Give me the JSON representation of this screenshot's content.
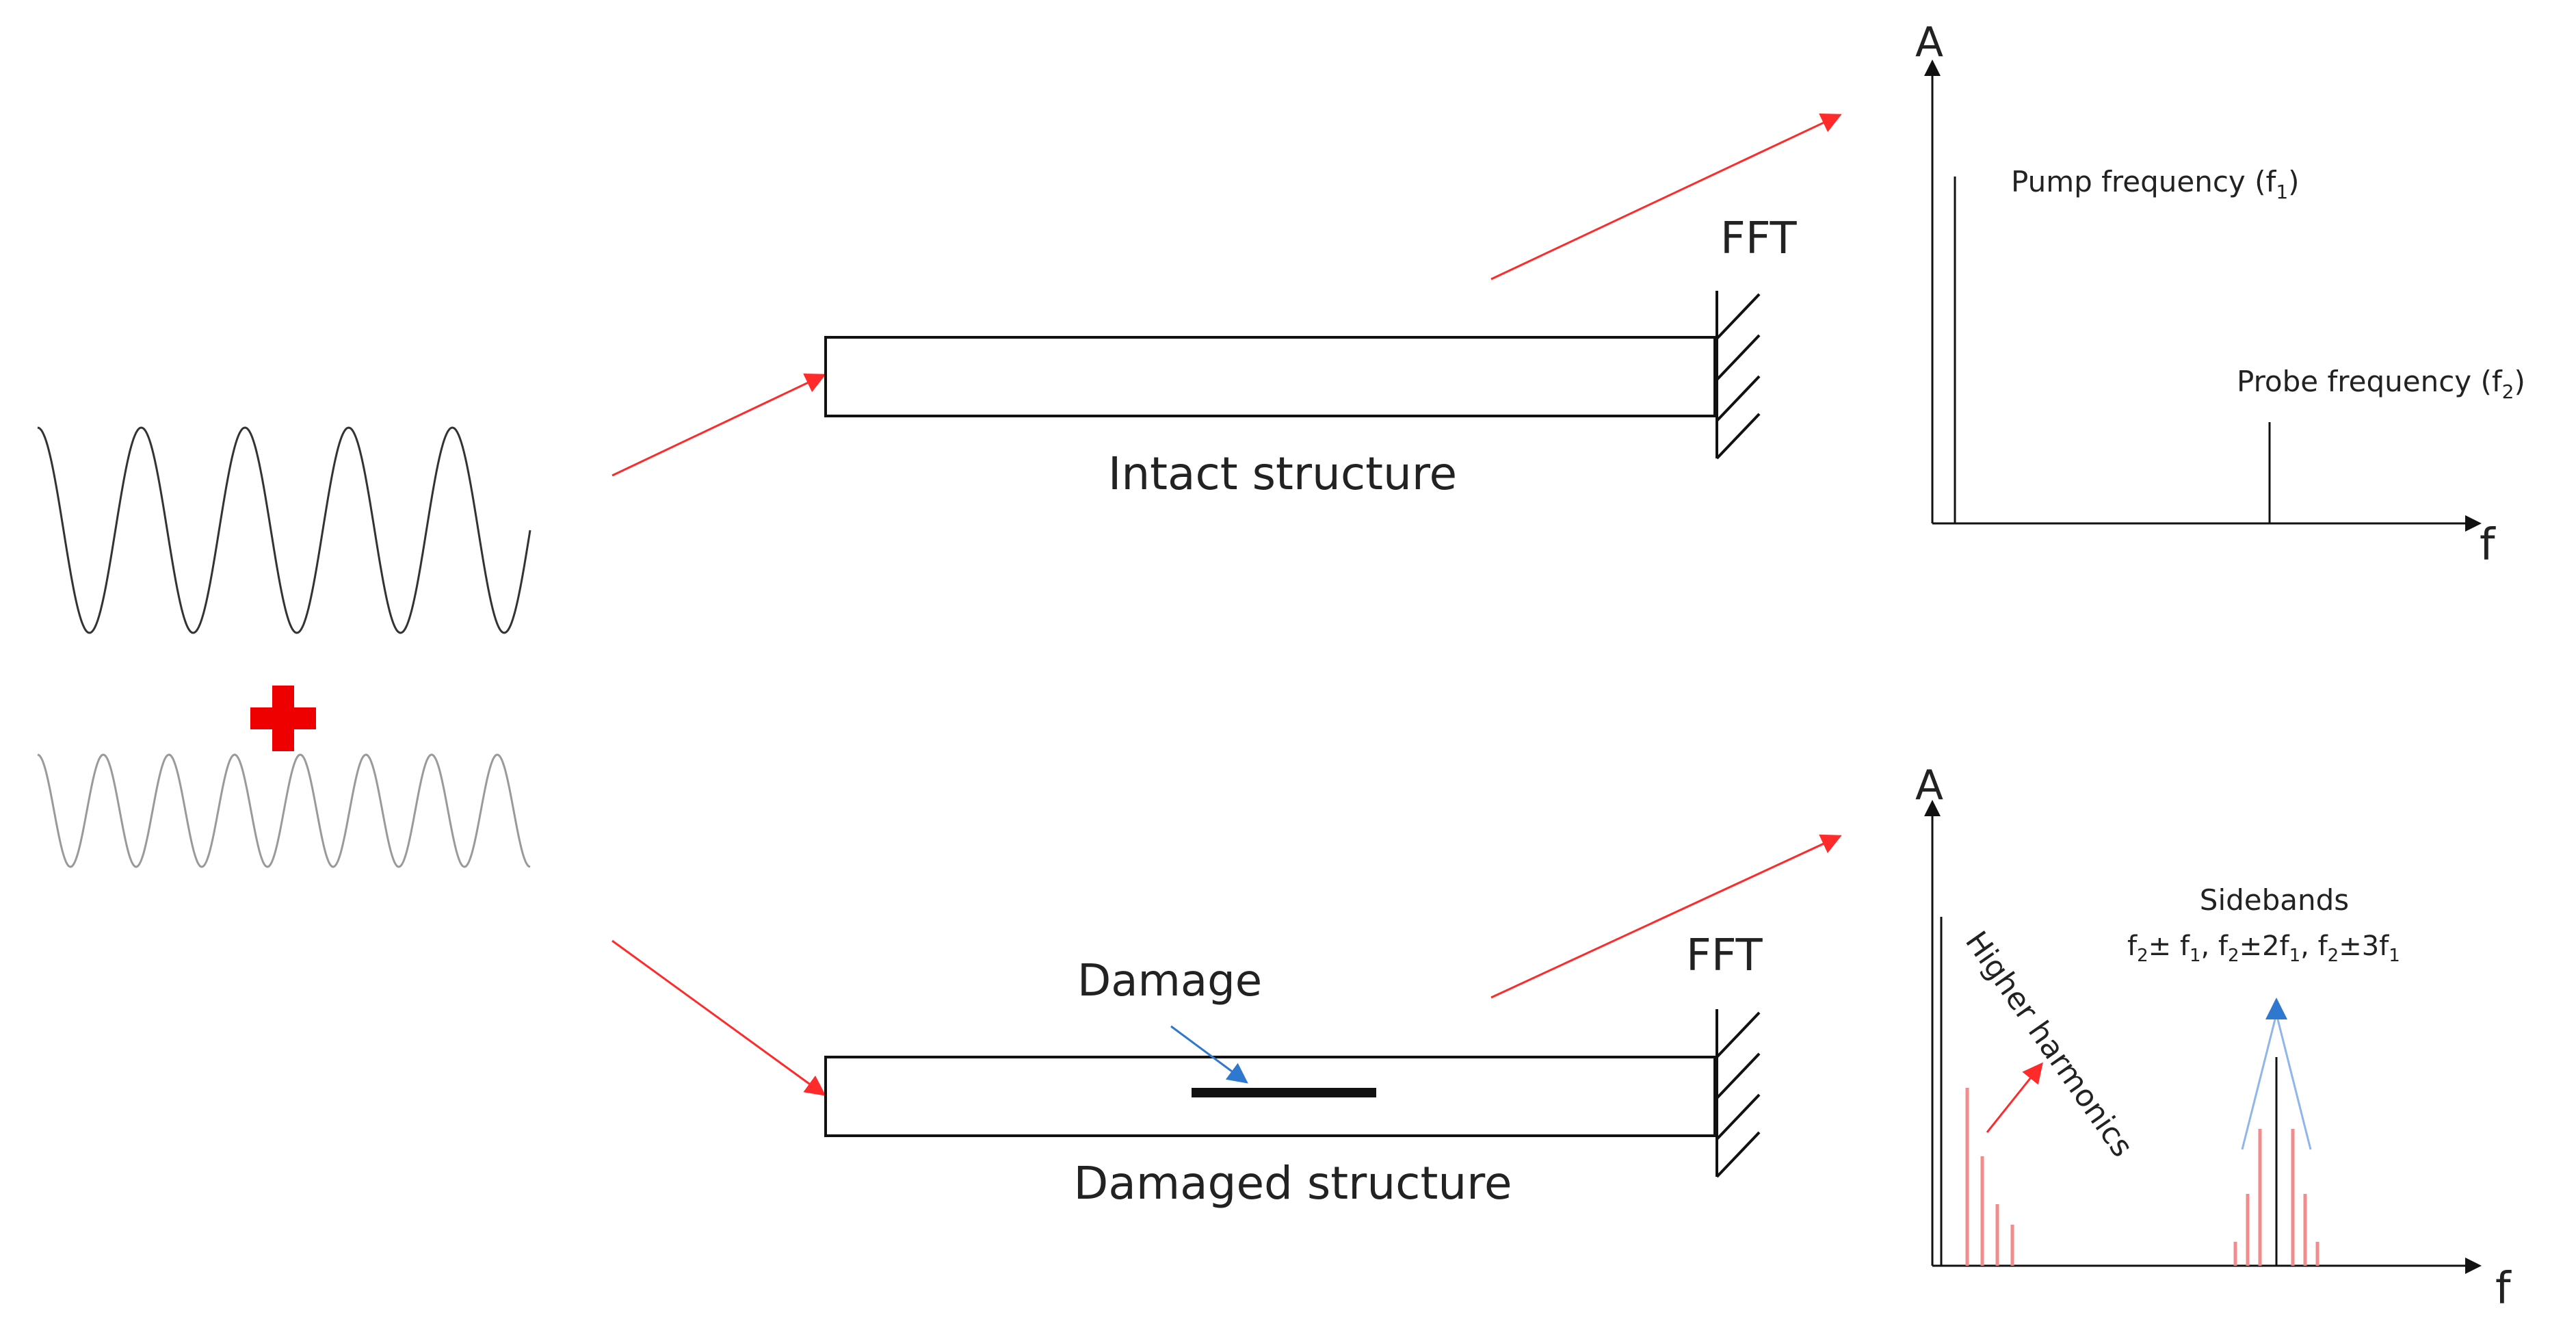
{
  "intact": {
    "fft_label": "FFT",
    "structure_label": "Intact structure",
    "spectrum": {
      "axis_y": "A",
      "axis_x": "f",
      "pump_label": "Pump frequency (f",
      "pump_sub": "1",
      "probe_label": "Probe frequency (f",
      "probe_sub": "2",
      "close_paren": ")"
    }
  },
  "damaged": {
    "fft_label": "FFT",
    "damage_label": "Damage",
    "structure_label": "Damaged structure",
    "spectrum": {
      "axis_y": "A",
      "axis_x": "f",
      "harmonics_label": "Higher harmonics",
      "sidebands_title": "Sidebands",
      "sideband_formula": {
        "p1": "f",
        "s1": "2",
        "p2": "± f",
        "s2": "1",
        "p3": ", f",
        "s3": "2",
        "p4": "±2f",
        "s4": "1",
        "p5": ", f",
        "s5": "2",
        "p6": "±3f",
        "s6": "1"
      }
    }
  },
  "colors": {
    "arrow_red": "#ff2a2a",
    "plus_red": "#ee0000",
    "harmonic_red": "#f28b8b",
    "damage_arrow_blue": "#2e78d0",
    "sideband_arrow_blue": "#8fb6ea",
    "line": "#111111",
    "wave_dark": "#333333",
    "wave_light": "#9a9a9a"
  },
  "icons": [
    "plus-icon",
    "fixed-support-hatch",
    "arrow-head"
  ]
}
